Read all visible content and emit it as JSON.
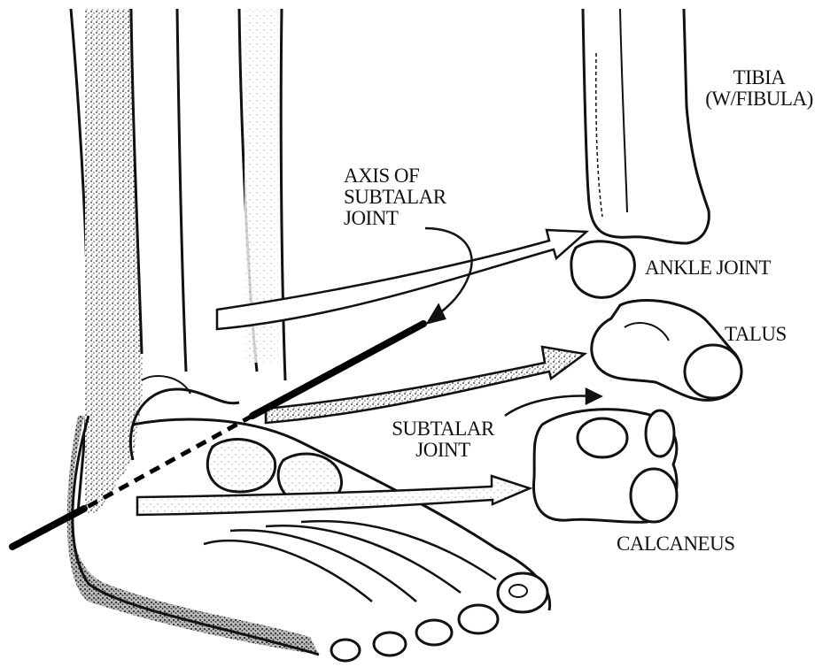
{
  "labels": {
    "tibia_line1": "TIBIA",
    "tibia_line2": "(W/FIBULA)",
    "axis_line1": "AXIS OF",
    "axis_line2": "SUBTALAR",
    "axis_line3": "JOINT",
    "ankle_joint": "ANKLE JOINT",
    "talus": "TALUS",
    "subtalar_line1": "SUBTALAR",
    "subtalar_line2": "JOINT",
    "calcaneus": "CALCANEUS"
  },
  "colors": {
    "ink": "#111111",
    "shading": "#8a8a8a",
    "arrow_fill": "#ffffff"
  }
}
